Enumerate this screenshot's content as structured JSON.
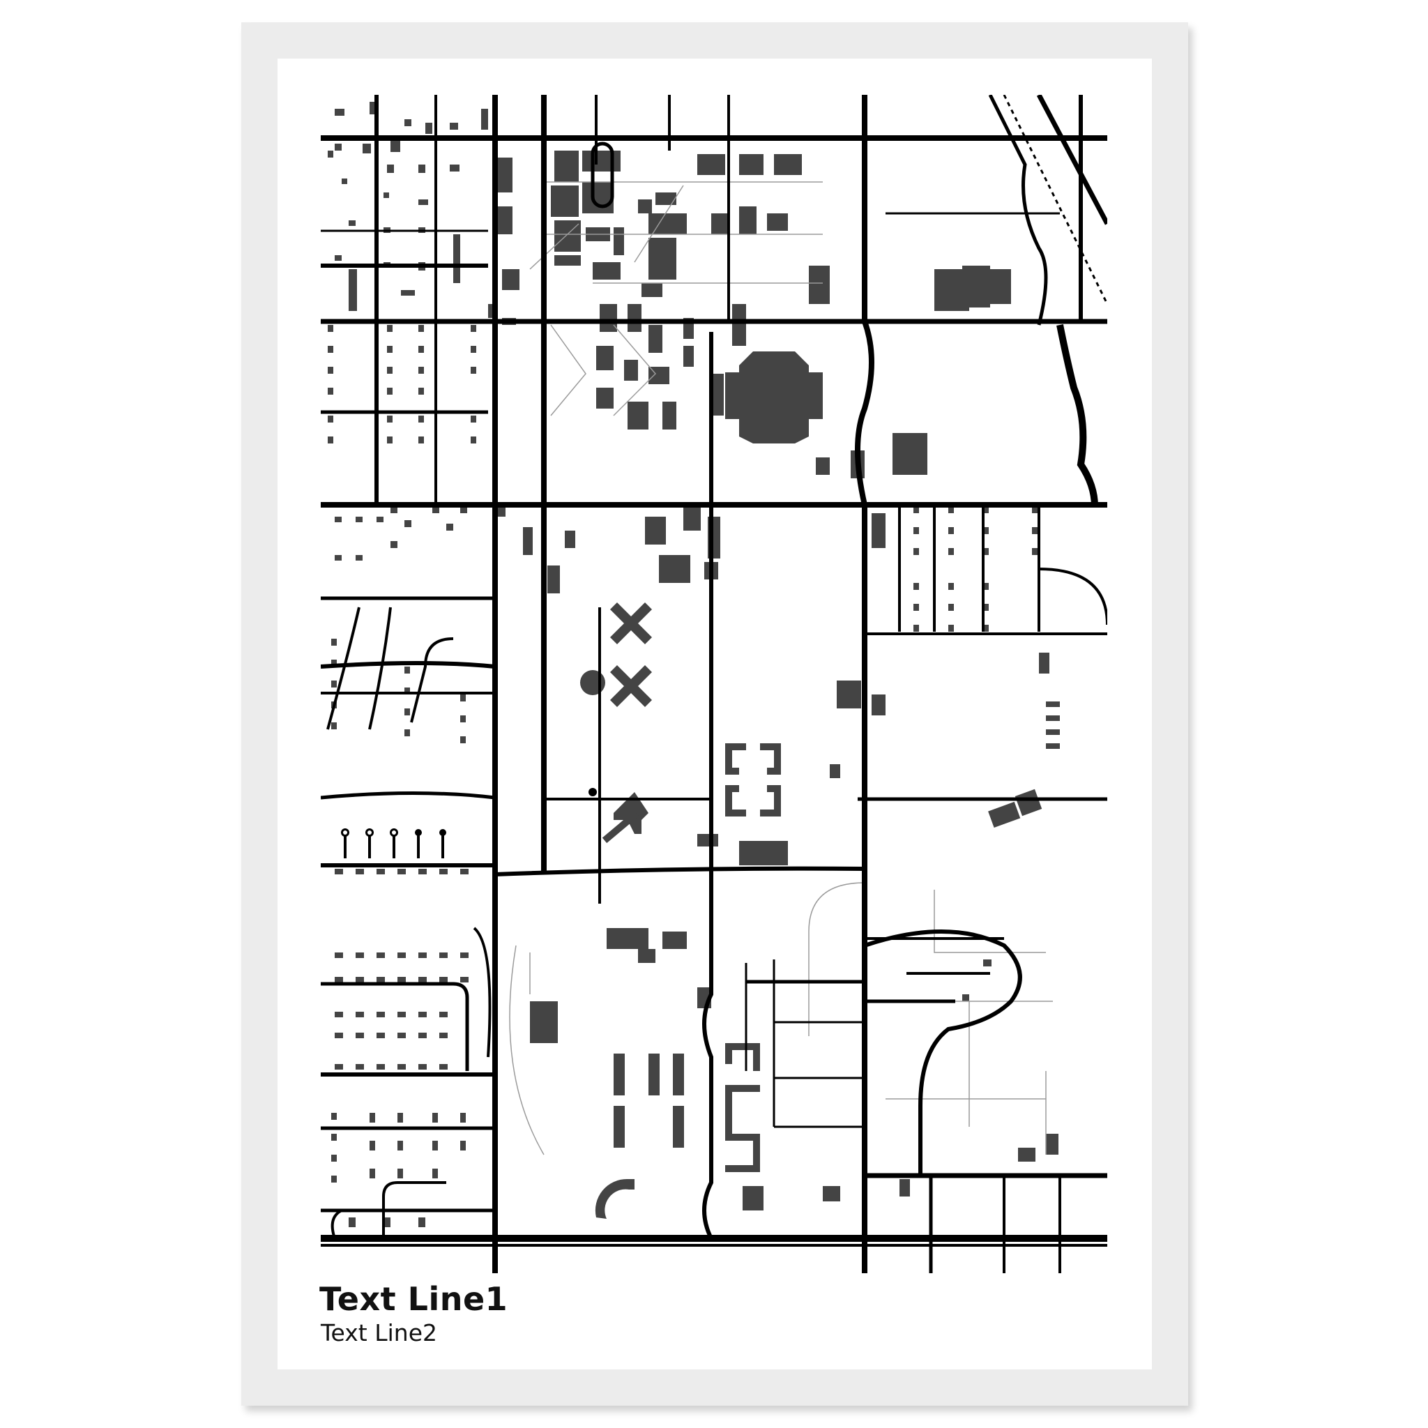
{
  "poster": {
    "title": "Text Line1",
    "subtitle": "Text Line2"
  },
  "colors": {
    "frame": "#ececec",
    "mat": "#ffffff",
    "roads": "#000000",
    "buildings": "#444444",
    "paths": "#9a9a9a",
    "text": "#111111"
  },
  "map": {
    "style": "black-and-white street map",
    "features": [
      "street-grid",
      "buildings",
      "stadium",
      "railway",
      "river",
      "campus-paths",
      "baseball-field"
    ]
  }
}
